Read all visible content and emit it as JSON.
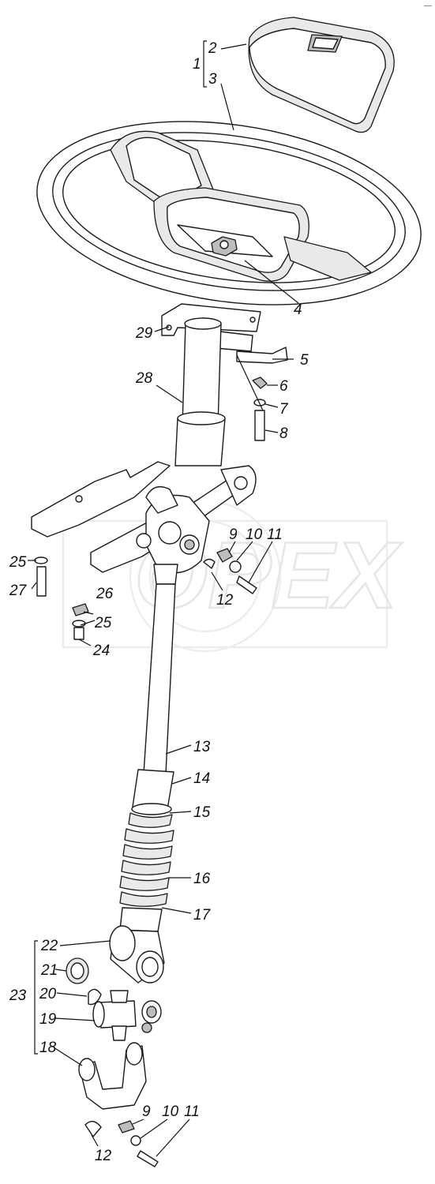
{
  "watermark": {
    "text": "OPEX"
  },
  "corner_mark": "—",
  "callouts": {
    "c1": "1",
    "c2_top": "2",
    "c3_top": "3",
    "c4": "4",
    "c5": "5",
    "c6": "6",
    "c7": "7",
    "c8": "8",
    "c9_upper": "9",
    "c10_upper": "10",
    "c11_upper": "11",
    "c12_upper": "12",
    "c13": "13",
    "c14": "14",
    "c15": "15",
    "c16": "16",
    "c17": "17",
    "c18": "18",
    "c19": "19",
    "c20": "20",
    "c21": "21",
    "c22": "22",
    "c23": "23",
    "c24": "24",
    "c25_upper": "25",
    "c25_lower": "25",
    "c26": "26",
    "c27": "27",
    "c28": "28",
    "c29": "29",
    "c9_lower": "9",
    "c10_lower": "10",
    "c11_lower": "11",
    "c12_lower": "12"
  },
  "colors": {
    "line": "#1a1a1a",
    "watermark": "#e6e6e6",
    "shade": "#bdbdbd"
  }
}
